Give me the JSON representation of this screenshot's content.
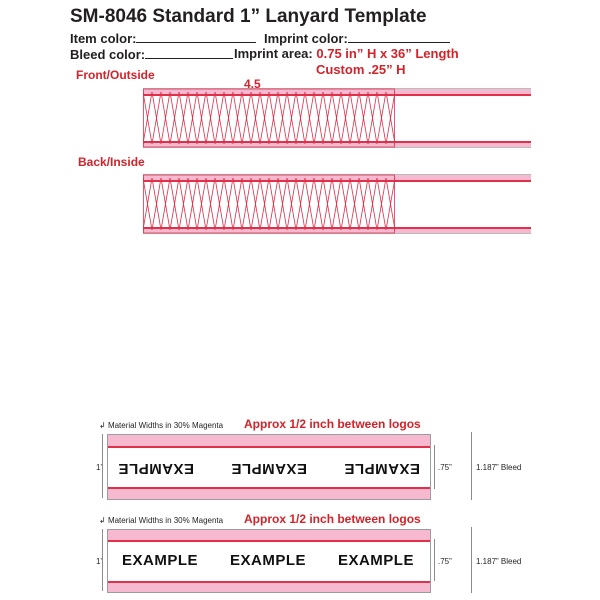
{
  "header": {
    "title": "SM-8046  Standard 1” Lanyard  Template",
    "item_color_label": "Item color:",
    "imprint_color_label": "Imprint color:",
    "bleed_color_label": "Bleed color:",
    "imprint_area_label": "Imprint area:",
    "imprint_area_value": "0.75 in” H x 36” Length",
    "custom_value": "Custom .25” H"
  },
  "template": {
    "front_label": "Front/Outside",
    "back_label": "Back/Inside",
    "dimension_label": "4.5"
  },
  "samples": [
    {
      "material_note": "Material Widths in 30% Magenta",
      "approx_note": "Approx 1/2 inch between logos",
      "logos": [
        "EXAMPLE",
        "EXAMPLE",
        "EXAMPLE"
      ],
      "inverted": true,
      "width_label": "1”",
      "imprint_label": ".75”",
      "bleed_label": "1.187” Bleed"
    },
    {
      "material_note": "Material Widths in 30% Magenta",
      "approx_note": "Approx 1/2 inch between logos",
      "logos": [
        "EXAMPLE",
        "EXAMPLE",
        "EXAMPLE"
      ],
      "inverted": false,
      "width_label": "1”",
      "imprint_label": ".75”",
      "bleed_label": "1.187” Bleed"
    }
  ],
  "colors": {
    "accent_red": "#d2232a",
    "magenta_30": "#f6b9cf",
    "guide_line": "#e0304a"
  }
}
